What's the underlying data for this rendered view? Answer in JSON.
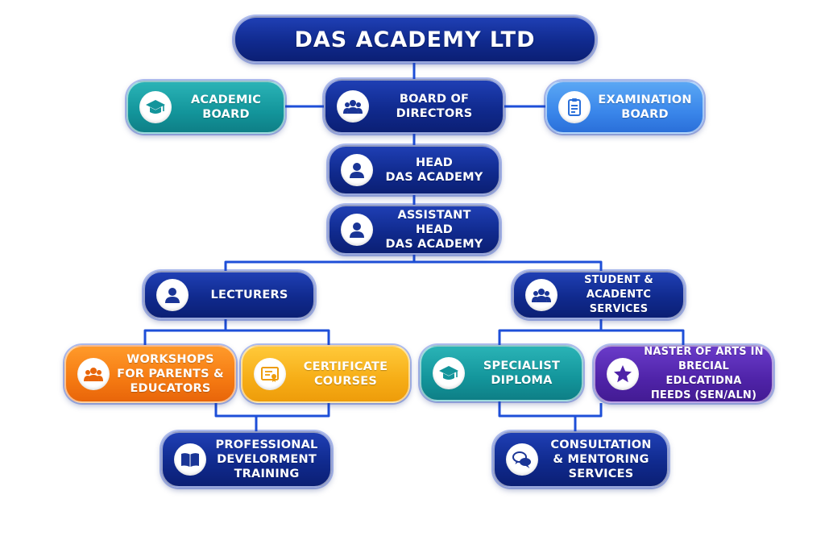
{
  "title": "DAS ACADEMY LTD",
  "nodes": {
    "academic_board": "ACADEMIC\nBOARD",
    "board_of_directors": "BOARD OF\nDIRECTORS",
    "examination_board": "EXAMINATION\nBOARD",
    "head": "HEAD\nDAS ACADEMY",
    "assistant_head": "ASSISTANT HEAD\nDAS ACADEMY",
    "lecturers": "LECTURERS",
    "student_services": "STUDENT &\nACADENTC SERVICES",
    "workshops": "WORKSHOPS\nFOR PARENTS &\nEDUCATORS",
    "certificate": "CERTIFICATE\nCOURSES",
    "specialist": "SPECIALIST\nDIPLOMA",
    "master_arts": "NASTER OF ARTS IN\nBRECIAL EDLCATIDNA\nПEEDS (SEN/ALN)",
    "professional": "PROFESSIONAL\nDEVELORMENT\nTRAINING",
    "consultation": "CONSULTATION\n& MENTORING\nSERVICES"
  },
  "icons": {
    "academic_board": "graduation-cap-icon",
    "board_of_directors": "group-icon",
    "examination_board": "clipboard-icon",
    "head": "person-icon",
    "assistant_head": "person-icon",
    "lecturers": "person-icon",
    "student_services": "group-icon",
    "workshops": "group-icon",
    "certificate": "certificate-icon",
    "specialist": "graduation-cap-icon",
    "master_arts": "star-icon",
    "professional": "book-icon",
    "consultation": "chat-bubbles-icon"
  },
  "colors": {
    "navy": "#102a8e",
    "teal": "#13959b",
    "blue": "#3a86ea",
    "orange": "#f57a12",
    "yellow": "#f6ad16",
    "purple": "#4f23a8",
    "connector": "#1e4fd8"
  }
}
